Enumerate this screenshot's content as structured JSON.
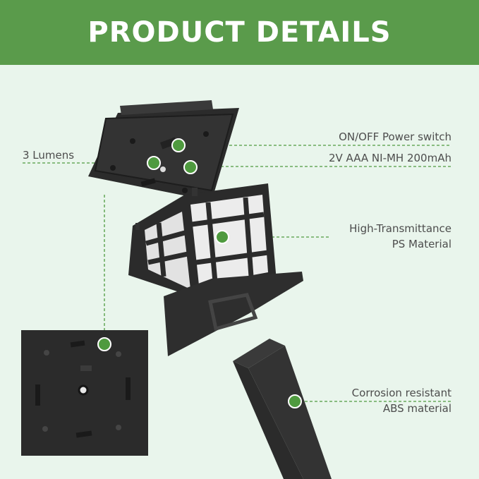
{
  "header": {
    "title": "PRODUCT DETAILS"
  },
  "callouts": {
    "lumens": "3 Lumens",
    "power_switch": "ON/OFF Power switch",
    "battery": "2V AAA NI-MH 200mAh",
    "material_line1": "High-Transmittance",
    "material_line2": "PS Material",
    "pole_line1": "Corrosion resistant",
    "pole_line2": "ABS material"
  },
  "colors": {
    "banner": "#5a9b4b",
    "background": "#e9f5ec",
    "marker": "#4f9a3f",
    "product": "#2b2b2b"
  },
  "icons": [
    "solar-cap",
    "lantern-body",
    "solar-panel-underside",
    "stake-pole",
    "callout-marker"
  ]
}
